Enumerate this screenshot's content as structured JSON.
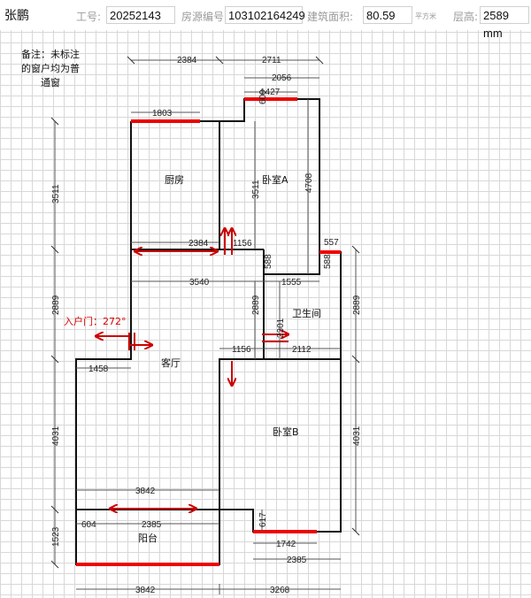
{
  "header": {
    "name": "张鹏",
    "job_no_label": "工号:",
    "job_no": "20252143",
    "listing_no_label": "房源编号",
    "listing_no": "103102164249",
    "area_label": "建筑面积:",
    "area": "80.59",
    "area_unit": "平方米",
    "floor_height_label": "层高:",
    "floor_height": "2589 mm"
  },
  "note": "备注：未标注的窗户均为普通窗",
  "entrance": "入户门：272°",
  "rooms": {
    "kitchen": "厨房",
    "bedroom_a": "卧室A",
    "bathroom": "卫生间",
    "living": "客厅",
    "bedroom_b": "卧室B",
    "balcony": "阳台"
  },
  "dims": {
    "top_left": "2384",
    "top_right": "2711",
    "d2056": "2056",
    "d1427": "1427",
    "d609": "609",
    "d1803": "1803",
    "left_3511": "3511",
    "inner_3511": "3511",
    "d4708": "4708",
    "d2384b": "2384",
    "d1156a": "1156",
    "d557": "557",
    "d588a": "588",
    "d588b": "588",
    "d3540": "3540",
    "d1555": "1555",
    "left_2889": "2889",
    "inner_2889": "2889",
    "d2301": "2301",
    "right_2889": "2889",
    "d1156b": "1156",
    "d2112": "2112",
    "d1458": "1458",
    "left_4031": "4031",
    "right_4031": "4031",
    "d3842a": "3842",
    "d604": "604",
    "d2385a": "2385",
    "d617": "617",
    "left_1523": "1523",
    "d1742": "1742",
    "d2385b": "2385",
    "bottom_3842": "3842",
    "bottom_3268": "3268"
  }
}
